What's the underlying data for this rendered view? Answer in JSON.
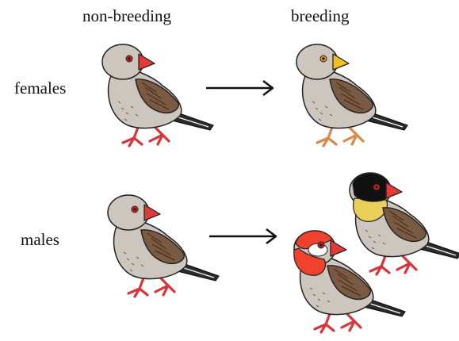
{
  "headers": {
    "non_breeding": "non-breeding",
    "breeding": "breeding"
  },
  "rows": {
    "females": "females",
    "males": "males"
  },
  "colors": {
    "body": "#cdc6be",
    "wing": "#7a5a42",
    "tail": "#2b2b2b",
    "leg_red": "#d8343a",
    "leg_orange": "#d9894a",
    "beak_red": "#e23a36",
    "beak_yellow": "#efc021",
    "head_black": "#111111",
    "head_yellow_patch": "#e9cf5a",
    "head_red": "#f0402e",
    "eye_red": "#d61f26",
    "eye_orange": "#e89a2a"
  },
  "birds": [
    {
      "id": "female-nonbreeding",
      "beak": "beak_red",
      "legs": "leg_red",
      "head": "plain",
      "eye": "eye_red"
    },
    {
      "id": "female-breeding",
      "beak": "beak_yellow",
      "legs": "leg_orange",
      "head": "plain",
      "eye": "eye_orange"
    },
    {
      "id": "male-nonbreeding",
      "beak": "beak_red",
      "legs": "leg_red",
      "head": "plain",
      "eye": "eye_red"
    },
    {
      "id": "male-breeding-yellow",
      "beak": "beak_red",
      "legs": "leg_red",
      "head": "black-yellow",
      "eye": "eye_red"
    },
    {
      "id": "male-breeding-red",
      "beak": "beak_red",
      "legs": "leg_red",
      "head": "red-white",
      "eye": "eye_red"
    }
  ]
}
